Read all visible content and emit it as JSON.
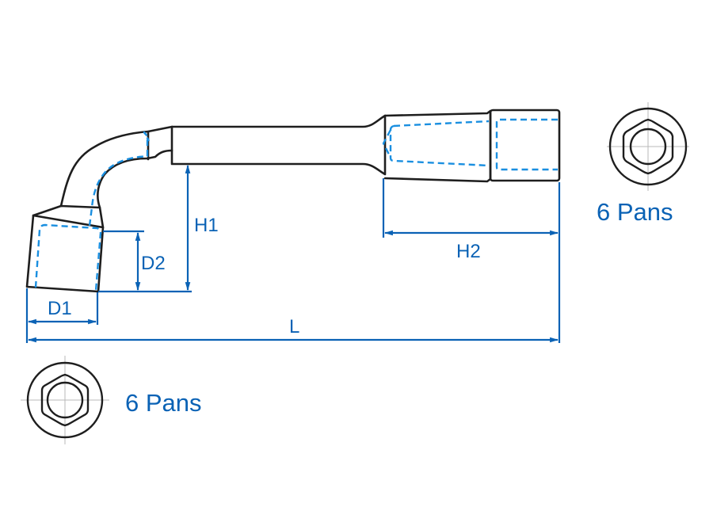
{
  "diagram": {
    "subject": "Pipe wrench (L-shaped socket wrench) technical drawing",
    "dimension_labels": {
      "d1": "D1",
      "d2": "D2",
      "h1": "H1",
      "h2": "H2",
      "l": "L"
    },
    "end_views": [
      {
        "id": "small-end",
        "label": "6 Pans"
      },
      {
        "id": "large-end",
        "label": "6 Pans"
      }
    ],
    "colors": {
      "outline": "#1e1e1e",
      "hidden_lines": "#1a8fe0",
      "dimension_lines": "#0a62b5",
      "labels": "#0a62b5",
      "center_lines": "#b8b8b8"
    }
  }
}
